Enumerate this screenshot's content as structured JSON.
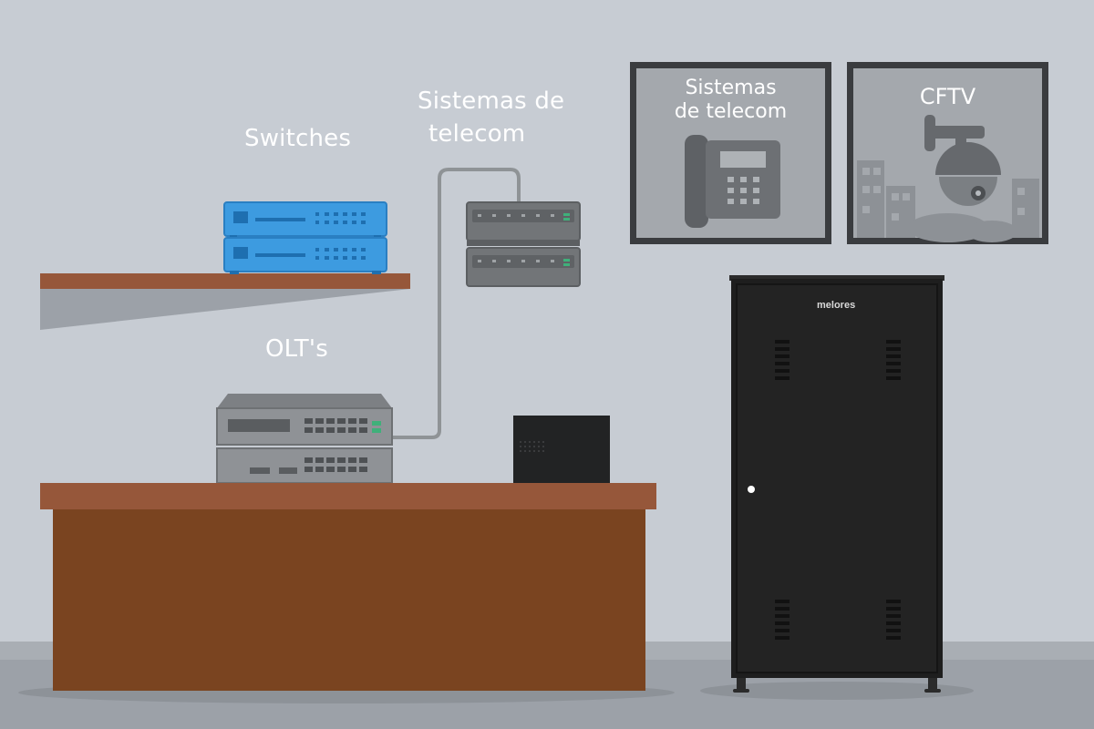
{
  "labels": {
    "switches": "Switches",
    "telecom_line1": "Sistemas de",
    "telecom_line2": "telecom",
    "olts": "OLT's"
  },
  "panels": {
    "telecom": {
      "line1": "Sistemas",
      "line2": "de telecom"
    },
    "cftv": {
      "title": "CFTV"
    }
  },
  "cabinet": {
    "brand": "melores"
  },
  "icons": [
    "desk-phone-icon",
    "cctv-dome-camera-icon"
  ],
  "colors": {
    "wall": "#c7ccd3",
    "floor": "#9ca1a8",
    "desk_top": "#96573a",
    "desk_body": "#7a4420",
    "switch_blue": "#3d9be0",
    "cabinet": "#1e1e1e",
    "olt_gray": "#8a8d90"
  }
}
